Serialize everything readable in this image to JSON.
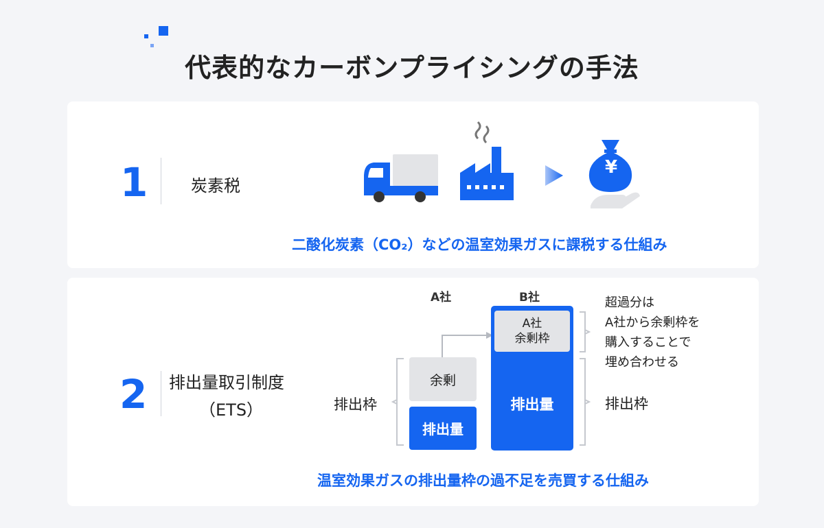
{
  "title": "代表的なカーボンプライシングの手法",
  "colors": {
    "accent": "#1565f0",
    "gray_block": "#e3e4e7",
    "background": "#f4f5f8"
  },
  "sections": [
    {
      "number": "1",
      "name": "炭素税",
      "icons": [
        "truck-icon",
        "factory-icon",
        "arrow-right-icon",
        "money-bag-yen-icon",
        "hand-icon"
      ],
      "money_symbol": "¥",
      "caption": "二酸化炭素（CO₂）などの温室効果ガスに課税する仕組み"
    },
    {
      "number": "2",
      "name_line1": "排出量取引制度",
      "name_line2": "（ETS）",
      "company_a": "A社",
      "company_b": "B社",
      "cap_label_left": "排出枠",
      "a_surplus": "余剰",
      "a_emissions": "排出量",
      "b_purchased_line1": "A社",
      "b_purchased_line2": "余剰枠",
      "b_emissions": "排出量",
      "note_lines": [
        "超過分は",
        "A社から余剰枠を",
        "購入することで",
        "埋め合わせる"
      ],
      "cap_label_right": "排出枠",
      "caption": "温室効果ガスの排出量枠の過不足を売買する仕組み"
    }
  ]
}
